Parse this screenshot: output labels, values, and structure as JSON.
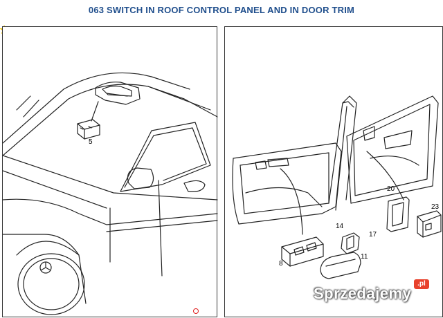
{
  "header": {
    "title": "063 SWITCH IN ROOF CONTROL PANEL AND IN DOOR TRIM"
  },
  "colors": {
    "title": "#1f4e8c",
    "line": "#222222",
    "star": "#f2c200",
    "badge": "#e8412c",
    "marker": "#e02020"
  },
  "left_panel": {
    "part_labels": [
      "5"
    ]
  },
  "right_panel": {
    "part_labels": [
      "20",
      "23",
      "14",
      "17",
      "8",
      "11"
    ]
  },
  "watermark": {
    "text": "Sprzedajemy",
    "badge": ".pl"
  },
  "icons": {
    "corner": "star-icon",
    "marker": "ring-marker-icon"
  }
}
